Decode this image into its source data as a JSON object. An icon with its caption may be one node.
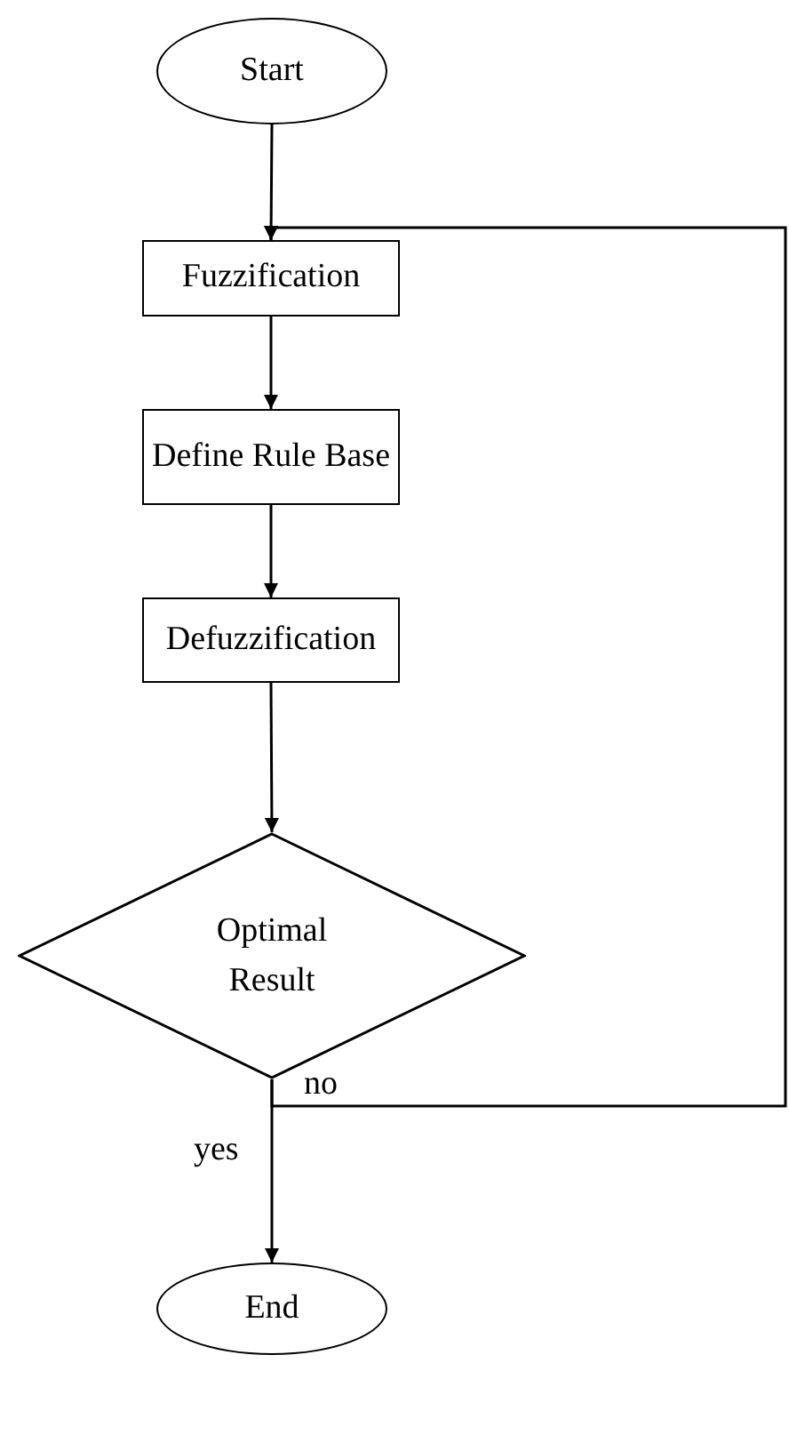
{
  "diagram": {
    "nodes": [
      {
        "text": [
          "Start"
        ]
      },
      {
        "text": [
          "Fuzzification"
        ]
      },
      {
        "text": [
          "Define Rule Base"
        ]
      },
      {
        "text": [
          "Defuzzification"
        ]
      },
      {
        "text": [
          "Optimal Result"
        ]
      },
      {
        "text": [
          "End"
        ]
      }
    ],
    "edges": [
      {
        "from": 0,
        "to": 1,
        "arrow": "to"
      },
      {
        "from": 1,
        "to": 2,
        "arrow": "to"
      },
      {
        "from": 2,
        "to": 3,
        "arrow": "to"
      },
      {
        "from": 3,
        "to": 4,
        "arrow": "to"
      },
      {
        "from": 4,
        "to": 5,
        "arrow": "to",
        "label": "yes"
      },
      {
        "from": 4,
        "to": 1,
        "arrow": "to",
        "label": "no"
      }
    ]
  }
}
